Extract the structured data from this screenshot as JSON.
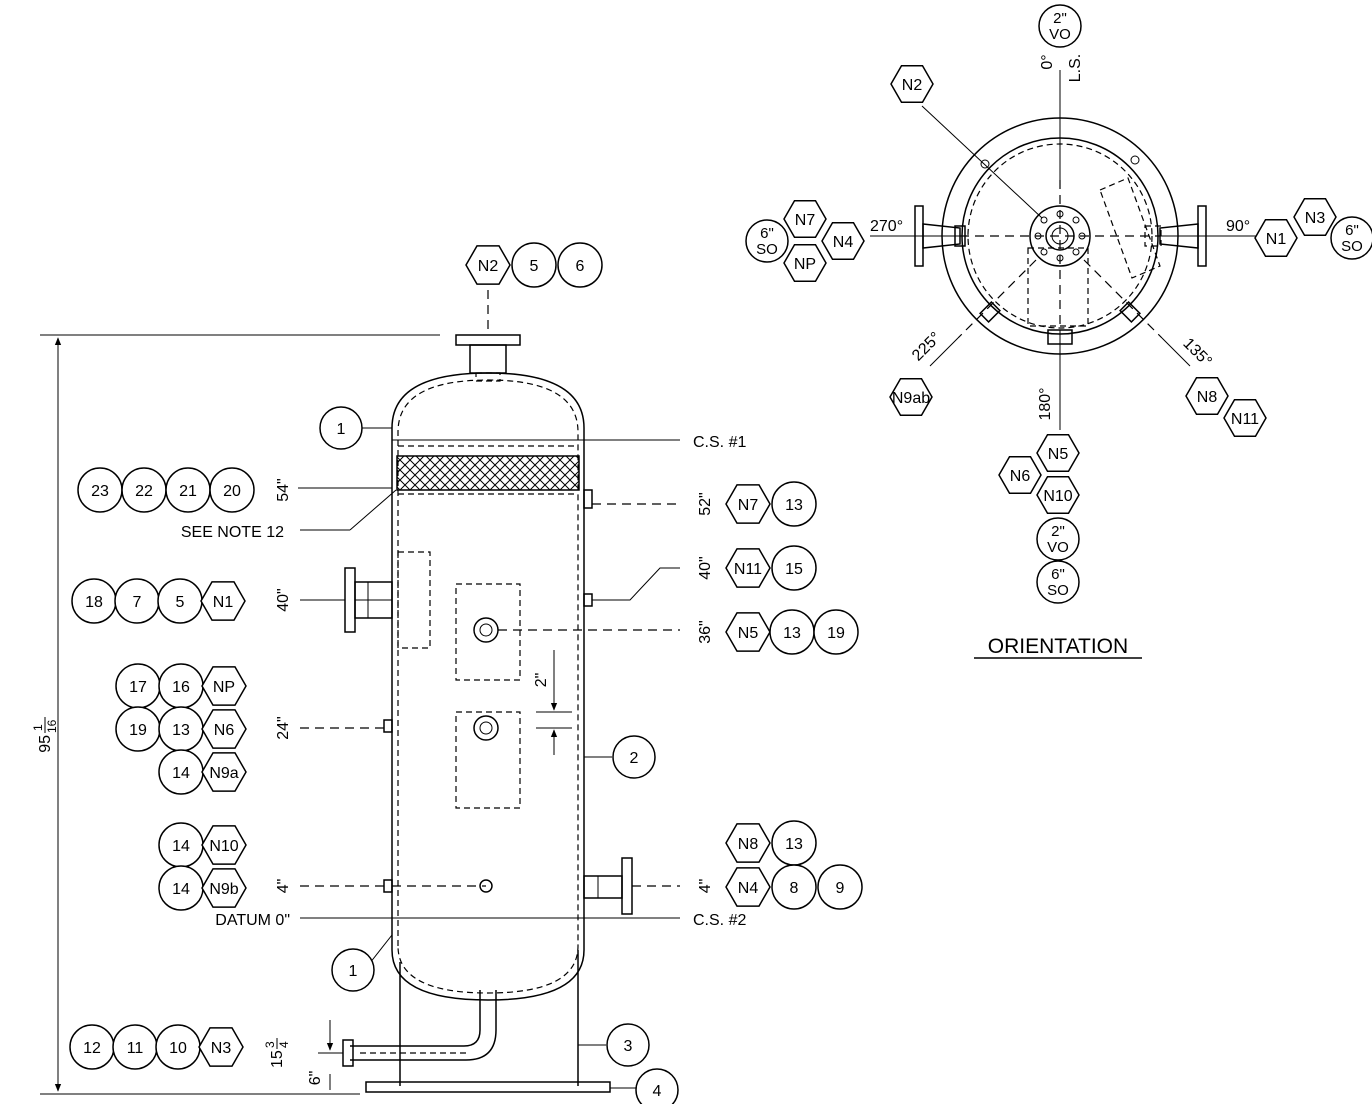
{
  "elevation": {
    "overall_height": {
      "whole": "95",
      "num": "1",
      "den": "16"
    },
    "nozzle_n3_height": {
      "whole": "15",
      "num": "3",
      "den": "4"
    },
    "base_dim": "6\"",
    "gap_dim": "2\"",
    "datum_label": "DATUM 0\"",
    "see_note_label": "SEE NOTE 12",
    "cs1_label": "C.S. #1",
    "cs2_label": "C.S. #2",
    "dims": {
      "d54": "54\"",
      "d52": "52\"",
      "d40_left": "40\"",
      "d40_right": "40\"",
      "d36": "36\"",
      "d24": "24\"",
      "d4_left": "4\"",
      "d4_right": "4\""
    },
    "callouts": {
      "top": [
        "N2",
        "5",
        "6"
      ],
      "mesh": [
        "23",
        "22",
        "21",
        "20"
      ],
      "n1": [
        "18",
        "7",
        "5",
        "N1"
      ],
      "np_row": [
        "17",
        "16",
        "NP"
      ],
      "n6_row": [
        "19",
        "13",
        "N6"
      ],
      "n9a_row": [
        "14",
        "N9a"
      ],
      "n10_row": [
        "14",
        "N10"
      ],
      "n9b_row": [
        "14",
        "N9b"
      ],
      "n3": [
        "12",
        "11",
        "10",
        "N3"
      ],
      "n7": [
        "N7",
        "13"
      ],
      "n11": [
        "N11",
        "15"
      ],
      "n5": [
        "N5",
        "13",
        "19"
      ],
      "n8_row": [
        "N8",
        "13"
      ],
      "n4_row": [
        "N4",
        "8",
        "9"
      ],
      "items": {
        "head_top": "1",
        "head_bottom": "1",
        "shell": "2",
        "skirt": "3",
        "base_ring": "4"
      }
    }
  },
  "orientation": {
    "title": "ORIENTATION",
    "angles": {
      "a0": "0°",
      "a90": "90°",
      "a135": "135°",
      "a180": "180°",
      "a225": "225°",
      "a270": "270°"
    },
    "ls_label": "L.S.",
    "top_vo": {
      "size": "2\"",
      "type": "VO"
    },
    "right_so": {
      "size": "6\"",
      "type": "SO"
    },
    "left_so": {
      "size": "6\"",
      "type": "SO"
    },
    "bottom_vo": {
      "size": "2\"",
      "type": "VO"
    },
    "bottom_so": {
      "size": "6\"",
      "type": "SO"
    },
    "tags": {
      "n2": "N2",
      "n1": "N1",
      "n3": "N3",
      "n7": "N7",
      "n4": "N4",
      "np": "NP",
      "n9ab": "N9ab",
      "n8": "N8",
      "n11": "N11",
      "n5": "N5",
      "n6": "N6",
      "n10": "N10"
    }
  }
}
